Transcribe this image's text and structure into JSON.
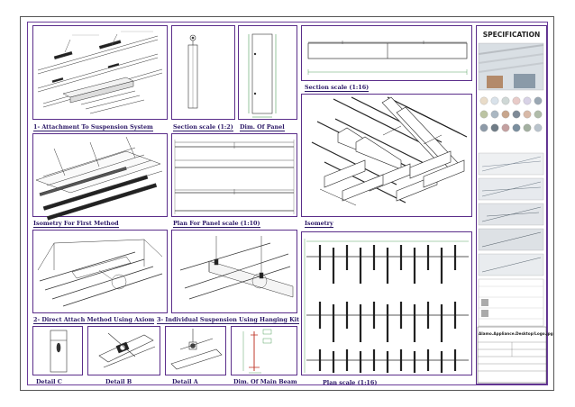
{
  "spec_title": "SPECIFICATION",
  "labels": {
    "attachment": "1- Attachment To Suspension System",
    "section_12": "Section   scale (1:2)",
    "dim_panel": "Dim. Of Panel",
    "section_116": "Section   scale (1:16)",
    "isometry_first": "Isometry For First Method",
    "plan_panel": "Plan For Panel    scale (1:10)",
    "isometry": "Isometry",
    "direct_attach": "2- Direct Attach Method Using Axiom",
    "individual_susp": "3- Individual Suspension Using Hanging Kit",
    "detail_c": "Detail C",
    "detail_b": "Detail B",
    "detail_a": "Detail A",
    "dim_main_beam": "Dim. Of Main Beam",
    "plan_116": "Plan    scale (1:16)"
  },
  "title_block": {
    "logo_file": "Alamo.Appliance.Desktop/Logo.jpg"
  },
  "colors": {
    "frame": "#5a2d8a",
    "label": "#2a1766",
    "dimension": "#2e8b3a",
    "accent": "#c0392b"
  },
  "swatches": [
    "#e9dcc9",
    "#d9e2ea",
    "#cfd8d6",
    "#e8cbc8",
    "#d8d2e6",
    "#9aa7b3",
    "#bcc4a3",
    "#aab7c2",
    "#c8a68d",
    "#7e8a97",
    "#d8b9a7",
    "#b0bca9",
    "#8d9aa8",
    "#6f7c86",
    "#c4a0a0",
    "#7a8e9e",
    "#a3b0a0",
    "#b9c3cc"
  ],
  "diagram_icons": [
    "hanger-wire-icon",
    "baffle-panel-icon",
    "main-beam-icon",
    "clip-icon",
    "sample-photo-icon"
  ]
}
